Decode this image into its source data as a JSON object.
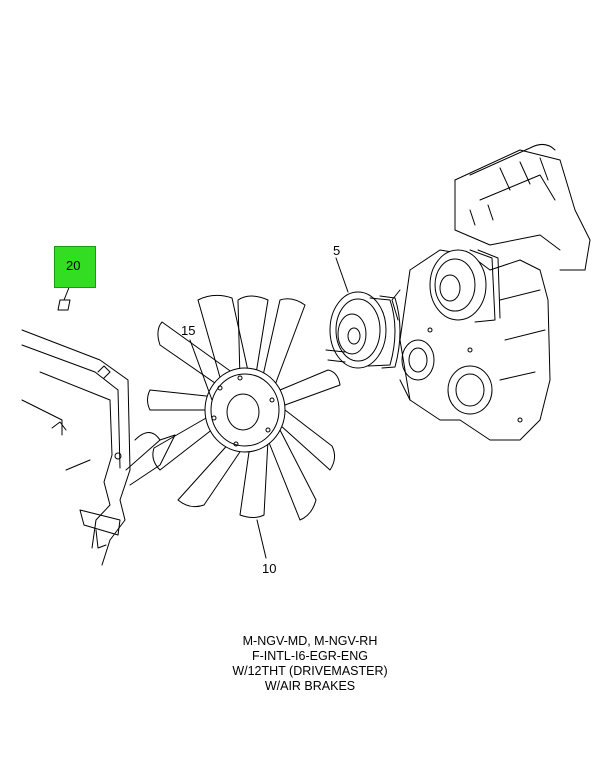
{
  "callouts": {
    "c20": "20",
    "c5": "5",
    "c15": "15",
    "c10": "10"
  },
  "highlight_color": "#33dd22",
  "caption": [
    "M-NGV-MD, M-NGV-RH",
    "F-INTL-I6-EGR-ENG",
    "W/12THT (DRIVEMASTER)",
    "W/AIR BRAKES"
  ]
}
